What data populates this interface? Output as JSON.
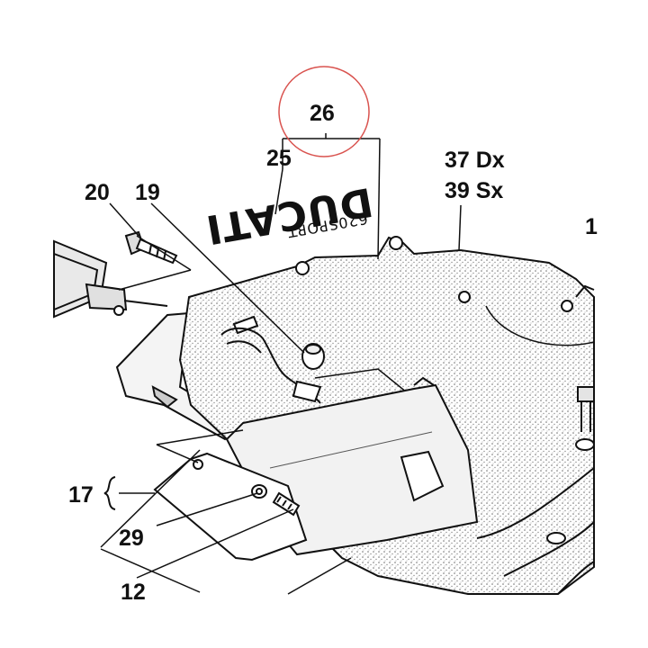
{
  "diagram": {
    "callouts": {
      "p26": "26",
      "p25": "25",
      "p37": "37 Dx",
      "p39": "39 Sx",
      "p20": "20",
      "p19": "19",
      "p1": "1",
      "p17": "17",
      "p29": "29",
      "p12": "12"
    },
    "decal": {
      "brand": "DUCATI",
      "model": "620SPORT"
    },
    "colors": {
      "ink": "#111111",
      "highlight_circle": "#d9534f",
      "stipple": "#777777",
      "paper": "#ffffff"
    }
  }
}
